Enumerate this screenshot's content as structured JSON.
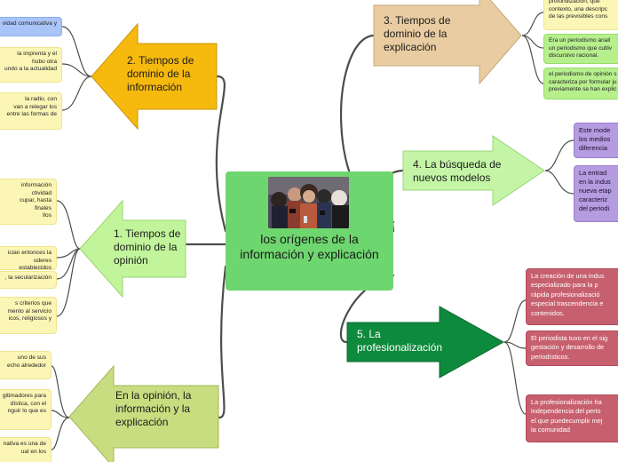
{
  "central": {
    "title": "los orígenes de la información y explicación",
    "photo_icon": "press-crowd-photo-icon",
    "color": "#6ed66e"
  },
  "topics": [
    {
      "id": "t2",
      "label": "2. Tiempos de dominio de la información",
      "color": "#f6b90e"
    },
    {
      "id": "t1",
      "label": "1. Tiempos de dominio de la opinión",
      "color": "#c2f59b"
    },
    {
      "id": "t5",
      "label": "En la opinión, la información y la explicación",
      "color": "#c8dd80"
    },
    {
      "id": "t3",
      "label": "3. Tiempos de dominio de la explicación",
      "color": "#e9cca1"
    },
    {
      "id": "t4",
      "label": "4. La búsqueda de nuevos modelos",
      "color": "#c4f5a6"
    },
    {
      "id": "t6",
      "label": "5. La profesionalización",
      "color": "#0e8a3c"
    }
  ],
  "notes": {
    "t2": [
      "vidad comunicativa y",
      "la imprenta y el\nhubo otra\nundo a la actualidad",
      "la radio, con\nvan a relegar los\nentre las formas de"
    ],
    "t1": [
      "información\nctividad\ncupar, hasta finales\nllos",
      "ician entonces la\noderes establecidos",
      ", la secularización",
      "s criterios que\nmento al servicio\nicos, religiosos y"
    ],
    "t5": [
      "uno de sus\necho alrededor",
      "gitimadores para\ndística, con el\nnguir lo que es",
      "nativa es una de\nual en los"
    ],
    "t3": [
      "profundización, que\ncontexto, una descripc\nde las previsibles cons",
      "Era un periodismo analí\nun periodismo que cultiv\ndiscursivo racional.",
      "el periodismo de opinión s\ncaracteriza por formular ju\npreviamente se han explic"
    ],
    "t4": [
      "Este mode\nlos medios\ndiferencia",
      "La entrad\nen la indus\nnueva etap\ncaracteriz\ndel periodi"
    ],
    "t6": [
      "La creación de una indus\nespecializado para la p\nrápida profesionalizació\nespecial trascendencia e\ncontenidos.",
      "El periodista tuvo en el sig\ngestación y desarrollo de\nperiodísticos.",
      "La profesionalización ha\nindependencia del perio\nel que puedecumplir mej\nla comunidad"
    ]
  }
}
